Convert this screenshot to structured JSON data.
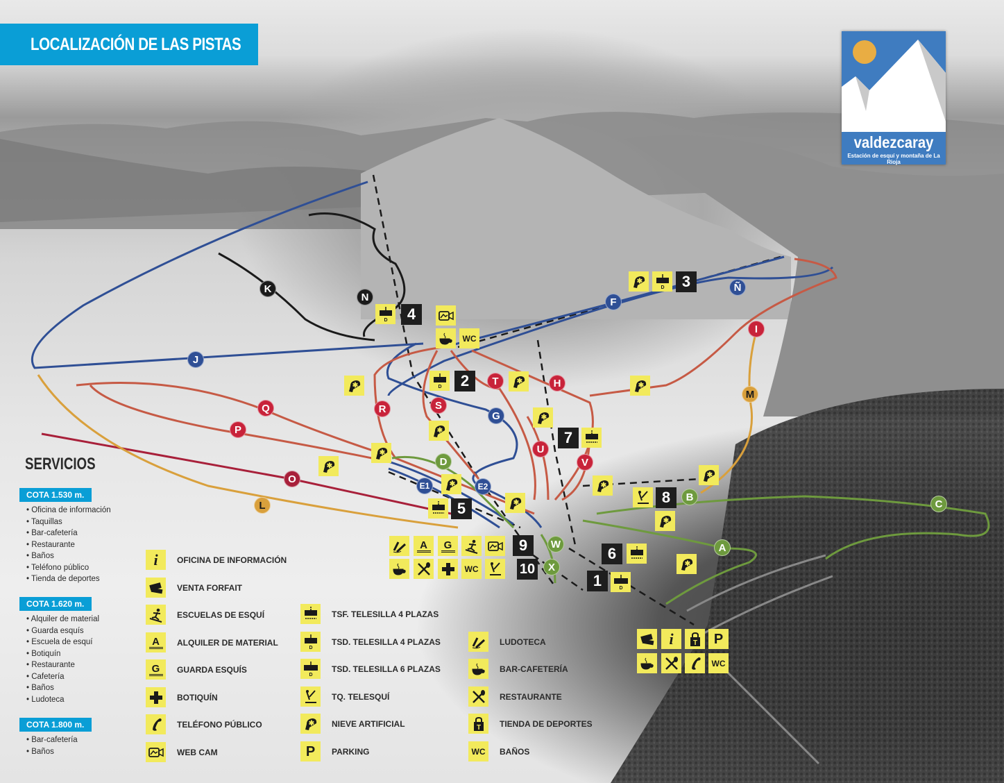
{
  "header": {
    "title": "LOCALIZACIÓN DE LAS PISTAS"
  },
  "logo": {
    "name": "valdezcaray",
    "subtitle": "Estación de esquí y montaña de La Rioja",
    "colors": {
      "sky": "#3f7cc0",
      "sun": "#e9ad43",
      "snow": "#ffffff",
      "shadow": "#c9c9c9"
    }
  },
  "colors": {
    "green": "#6e9a3e",
    "blue": "#2f4f95",
    "red": "#c8233a",
    "red_line": "#c65a45",
    "black": "#1a1a1a",
    "orange": "#d9a03c",
    "dark_red": "#a8203a",
    "icon_yellow": "#f2ea5c",
    "header_blue": "#0a9ed6"
  },
  "slopes": [
    {
      "id": "A",
      "color": "green"
    },
    {
      "id": "B",
      "color": "green"
    },
    {
      "id": "C",
      "color": "green"
    },
    {
      "id": "D",
      "color": "green"
    },
    {
      "id": "W",
      "color": "green"
    },
    {
      "id": "X",
      "color": "green"
    },
    {
      "id": "E1",
      "color": "blue"
    },
    {
      "id": "E2",
      "color": "blue"
    },
    {
      "id": "F",
      "color": "blue"
    },
    {
      "id": "G",
      "color": "blue"
    },
    {
      "id": "J",
      "color": "blue"
    },
    {
      "id": "Ñ",
      "color": "blue"
    },
    {
      "id": "H",
      "color": "red"
    },
    {
      "id": "I",
      "color": "red"
    },
    {
      "id": "O",
      "color": "red"
    },
    {
      "id": "P",
      "color": "red"
    },
    {
      "id": "Q",
      "color": "red"
    },
    {
      "id": "R",
      "color": "red"
    },
    {
      "id": "S",
      "color": "red"
    },
    {
      "id": "T",
      "color": "red"
    },
    {
      "id": "U",
      "color": "red"
    },
    {
      "id": "V",
      "color": "red"
    },
    {
      "id": "K",
      "color": "black"
    },
    {
      "id": "N",
      "color": "black"
    },
    {
      "id": "L",
      "color": "orange"
    },
    {
      "id": "M",
      "color": "orange"
    }
  ],
  "lifts": [
    "1",
    "2",
    "3",
    "4",
    "5",
    "6",
    "7",
    "8",
    "9",
    "10"
  ],
  "services": {
    "title": "SERVICIOS",
    "groups": [
      {
        "cota": "COTA 1.530 m.",
        "items": [
          "Oficina de información",
          "Taquillas",
          "Bar-cafetería",
          "Restaurante",
          "Baños",
          "Teléfono público",
          "Tienda de deportes"
        ]
      },
      {
        "cota": "COTA 1.620 m.",
        "items": [
          "Alquiler de material",
          "Guarda esquís",
          "Escuela de esquí",
          "Botiquín",
          "Restaurante",
          "Cafetería",
          "Baños",
          "Ludoteca"
        ]
      },
      {
        "cota": "COTA 1.800 m.",
        "items": [
          "Bar-cafetería",
          "Baños"
        ]
      }
    ]
  },
  "legend": {
    "col1": [
      {
        "icon": "info-icon",
        "glyph": "i",
        "label": "OFICINA DE INFORMACIÓN"
      },
      {
        "icon": "forfait-icon",
        "glyph": "FORFAIT",
        "label": "VENTA FORFAIT"
      },
      {
        "icon": "skier-icon",
        "glyph": "",
        "label": "ESCUELAS DE ESQUÍ"
      },
      {
        "icon": "rental-icon",
        "glyph": "A",
        "label": "ALQUILER DE MATERIAL"
      },
      {
        "icon": "ski-storage-icon",
        "glyph": "G",
        "label": "GUARDA ESQUÍS"
      },
      {
        "icon": "first-aid-icon",
        "glyph": "✚",
        "label": "BOTIQUÍN"
      },
      {
        "icon": "phone-icon",
        "glyph": "✆",
        "label": "TELÉFONO PÚBLICO"
      },
      {
        "icon": "webcam-icon",
        "glyph": "",
        "label": "WEB CAM"
      }
    ],
    "col2": [
      {
        "icon": "chairlift-fixed-4-icon",
        "label": "TSF. TELESILLA 4 PLAZAS"
      },
      {
        "icon": "chairlift-detachable-4-icon",
        "label": "TSD. TELESILLA 4 PLAZAS"
      },
      {
        "icon": "chairlift-detachable-6-icon",
        "label": "TSD. TELESILLA 6 PLAZAS"
      },
      {
        "icon": "ski-tow-icon",
        "label": "TQ. TELESQUÍ"
      },
      {
        "icon": "snow-cannon-icon",
        "label": "NIEVE ARTIFICIAL"
      },
      {
        "icon": "parking-icon",
        "glyph": "P",
        "label": "PARKING"
      }
    ],
    "col3": [
      {
        "icon": "kids-club-icon",
        "label": "LUDOTECA"
      },
      {
        "icon": "coffee-icon",
        "label": "BAR-CAFETERÍA"
      },
      {
        "icon": "restaurant-icon",
        "label": "RESTAURANTE"
      },
      {
        "icon": "shop-icon",
        "glyph": "T",
        "label": "TIENDA DE DEPORTES"
      },
      {
        "icon": "wc-icon",
        "glyph": "WC",
        "label": "BAÑOS"
      }
    ]
  },
  "glyphs": {
    "wc": "WC",
    "A": "A",
    "G": "G",
    "P": "P",
    "T": "T",
    "i": "i",
    "D": "D"
  }
}
